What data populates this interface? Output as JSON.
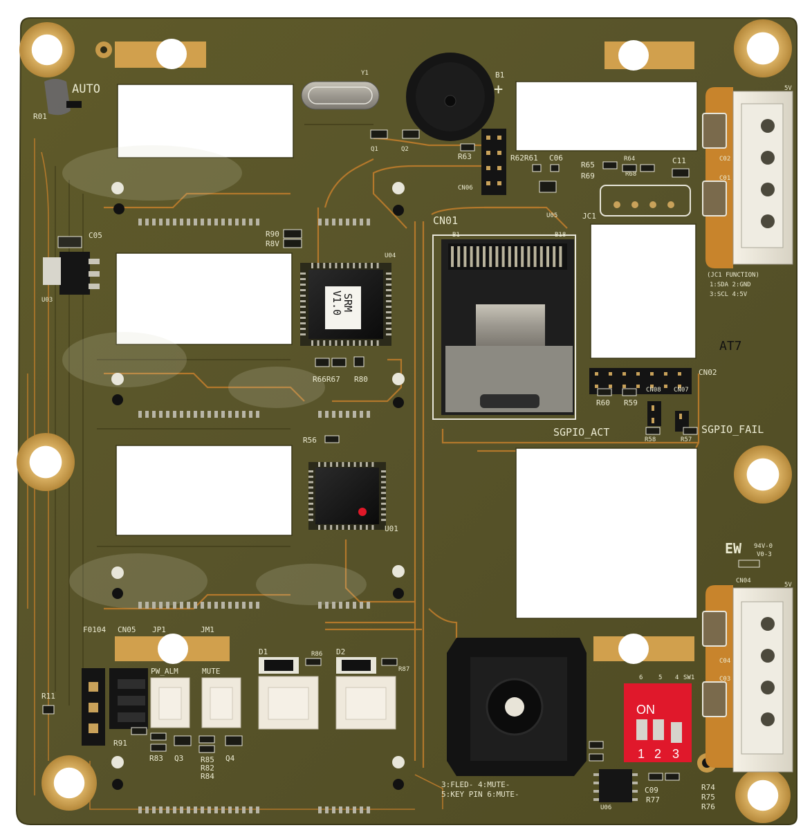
{
  "board": {
    "colors": {
      "pcb": "#5a5526",
      "pcb_dark": "#4a4620",
      "trace": "#c8842c",
      "pad_gold": "#c79a4a",
      "cutout": "#ffffff",
      "chip": "#141414",
      "connector": "#f0ece0",
      "dip_switch": "#e0182b"
    },
    "labels": {
      "auto": "AUTO",
      "r01": "R01",
      "y1": "Y1",
      "b1": "B1",
      "q1": "Q1",
      "q2": "Q2",
      "r63": "R63",
      "r62r61": "R62R61",
      "c06": "C06",
      "cn06": "CN06",
      "r65": "R65",
      "r64": "R64",
      "r69": "R69",
      "r68": "R68",
      "c11": "C11",
      "u05": "U05",
      "jc1": "JC1",
      "c02": "C02",
      "c01": "C01",
      "five_v_top": "5V",
      "jc1_function": "(JC1 FUNCTION)",
      "jc1_line1": "1:SDA 2:GND",
      "jc1_line2": "3:SCL 4:5V",
      "at7": "AT7",
      "c05": "C05",
      "u03": "U03",
      "r90": "R90",
      "r89": "R8V",
      "u04": "U04",
      "chip_label_1": "SRM",
      "chip_label_2": "V1.0",
      "r66r67": "R66R67",
      "r80": "R80",
      "cn01": "CN01",
      "b1_pin": "B1",
      "b18_pin": "B18",
      "cn02": "CN02",
      "r60": "R60",
      "r59": "R59",
      "cn08": "CN08",
      "cn07": "CN07",
      "sgpio_act": "SGPIO_ACT",
      "sgpio_fail": "SGPIO_FAIL",
      "r58": "R58",
      "r57": "R57",
      "r56": "R56",
      "u01": "U01",
      "ul_mark": "94V-0",
      "ul_mark2": "V0-3",
      "cn04": "CN04",
      "five_v_bottom": "5V",
      "c04": "C04",
      "c03": "C03",
      "f0104": "F0104",
      "cn05": "CN05",
      "jp1": "JP1",
      "jm1": "JM1",
      "pw_alm": "PW_ALM",
      "mute": "MUTE",
      "d1": "D1",
      "r86": "R86",
      "d2": "D2",
      "r87": "R87",
      "sw1": "SW1",
      "r11": "R11",
      "r91": "R91",
      "r83": "R83",
      "q3": "Q3",
      "r85": "R85",
      "r82": "R82",
      "r84": "R84",
      "q4": "Q4",
      "on": "ON",
      "sw_1": "1",
      "sw_2": "2",
      "sw_3": "3",
      "sw_top_6": "6",
      "sw_top_5": "5",
      "sw_top_4": "4",
      "pin_line1": "3:FLED-   4:MUTE-",
      "pin_line2": "5:KEY PIN 6:MUTE-",
      "c09": "C09",
      "r77": "R77",
      "u06": "U06",
      "r74": "R74",
      "r75": "R75",
      "r76": "R76"
    }
  }
}
